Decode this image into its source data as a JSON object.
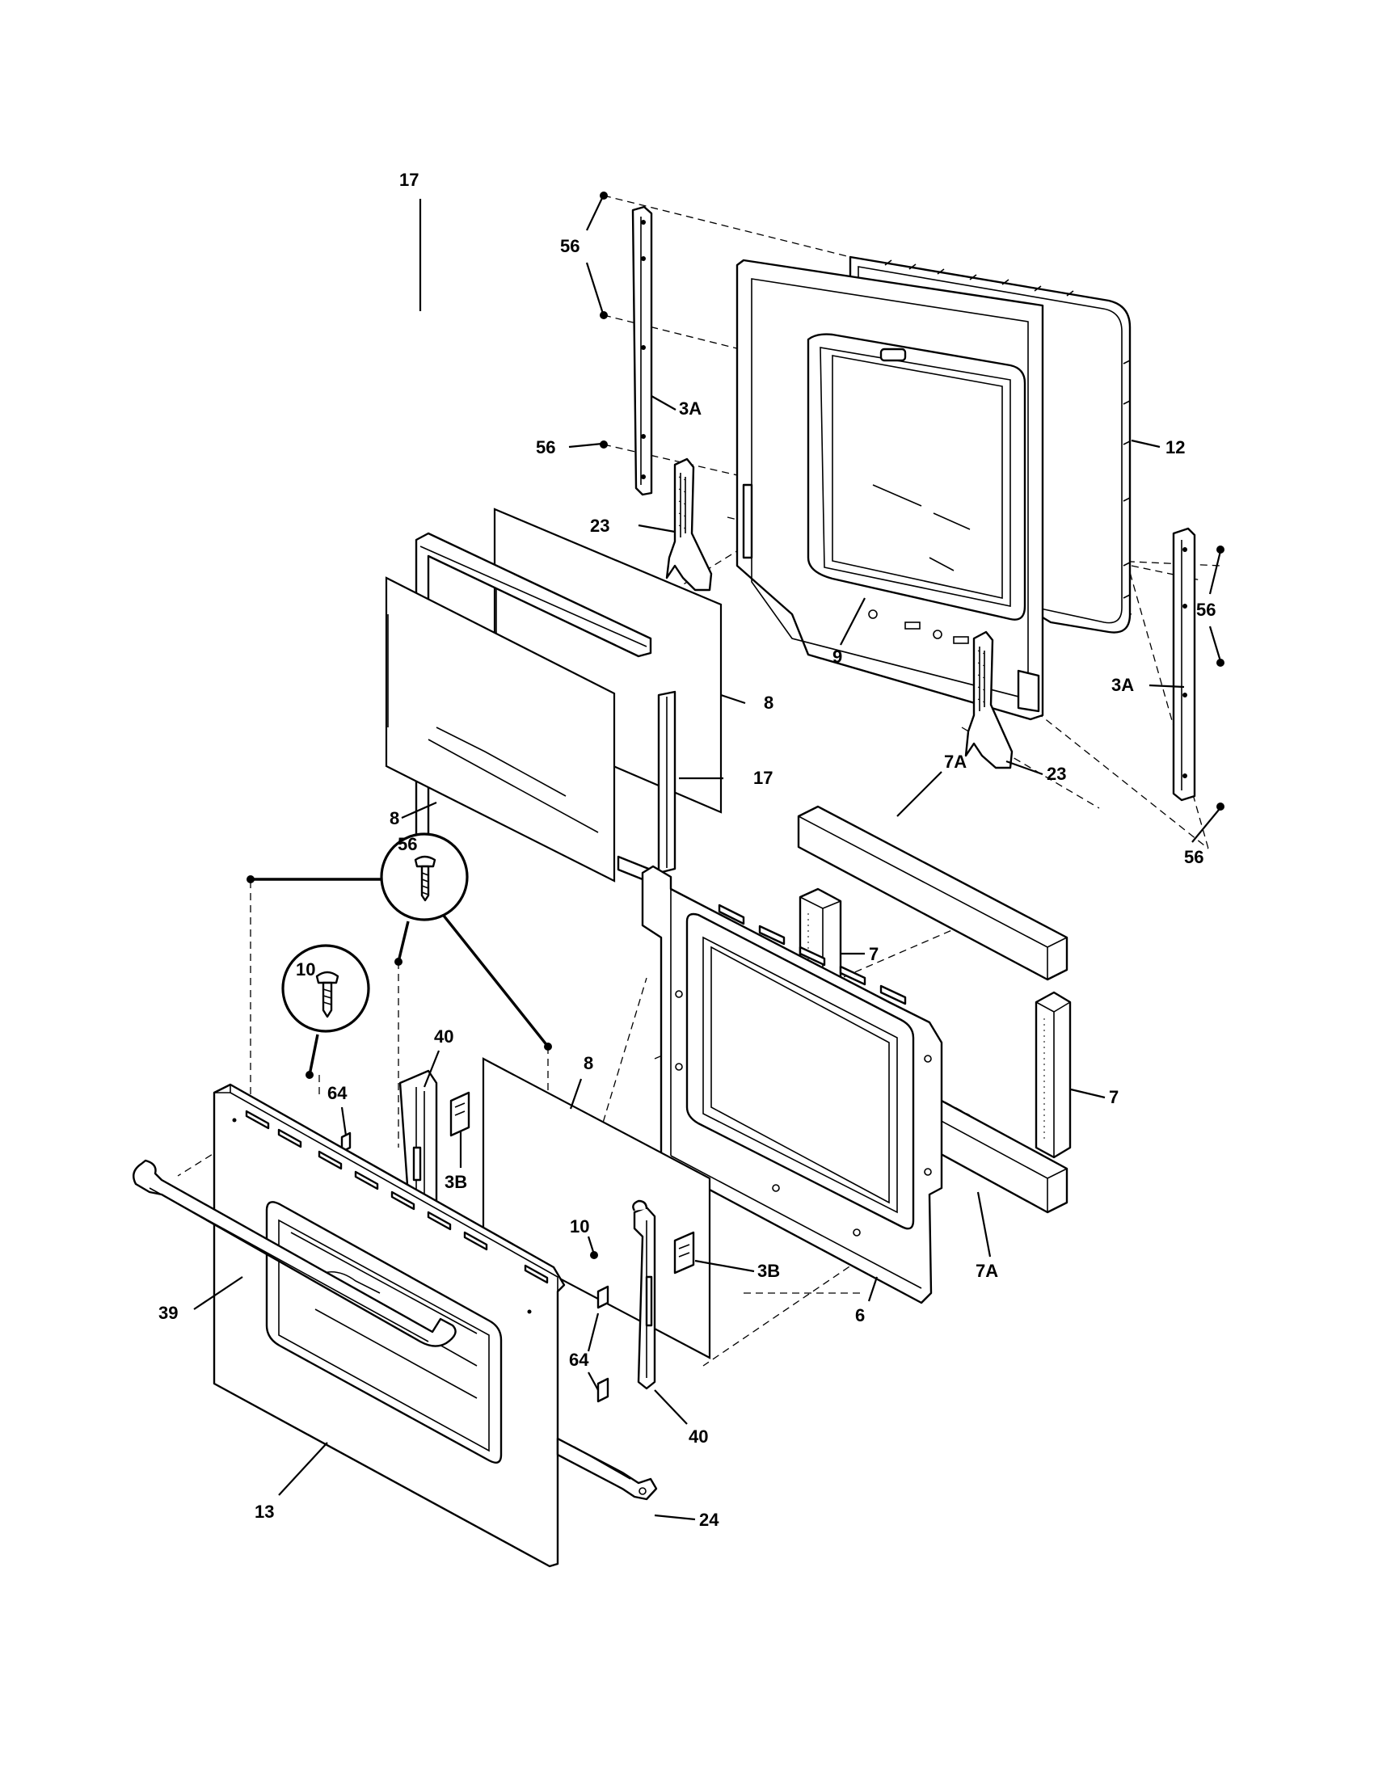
{
  "diagram": {
    "callouts": [
      {
        "id": "c56a",
        "text": "56"
      },
      {
        "id": "c3Aa",
        "text": "3A"
      },
      {
        "id": "c56b",
        "text": "56"
      },
      {
        "id": "c12",
        "text": "12"
      },
      {
        "id": "c17a",
        "text": "17"
      },
      {
        "id": "c23a",
        "text": "23"
      },
      {
        "id": "c56c",
        "text": "56"
      },
      {
        "id": "c9",
        "text": "9"
      },
      {
        "id": "c8a",
        "text": "8"
      },
      {
        "id": "c3Ab",
        "text": "3A"
      },
      {
        "id": "c17b",
        "text": "17"
      },
      {
        "id": "c23b",
        "text": "23"
      },
      {
        "id": "c8b",
        "text": "8"
      },
      {
        "id": "c7A_a",
        "text": "7A"
      },
      {
        "id": "c56d",
        "text": "56"
      },
      {
        "id": "c56e",
        "text": "56"
      },
      {
        "id": "c7a",
        "text": "7"
      },
      {
        "id": "c10a",
        "text": "10"
      },
      {
        "id": "c40a",
        "text": "40"
      },
      {
        "id": "c8c",
        "text": "8"
      },
      {
        "id": "c64a",
        "text": "64"
      },
      {
        "id": "c7b",
        "text": "7"
      },
      {
        "id": "c3Ba",
        "text": "3B"
      },
      {
        "id": "c10b",
        "text": "10"
      },
      {
        "id": "c3Bb",
        "text": "3B"
      },
      {
        "id": "c7A_b",
        "text": "7A"
      },
      {
        "id": "c39",
        "text": "39"
      },
      {
        "id": "c6",
        "text": "6"
      },
      {
        "id": "c64b",
        "text": "64"
      },
      {
        "id": "c40b",
        "text": "40"
      },
      {
        "id": "c13",
        "text": "13"
      },
      {
        "id": "c24",
        "text": "24"
      }
    ]
  }
}
